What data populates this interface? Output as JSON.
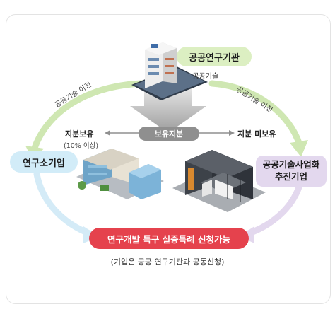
{
  "public_institute": {
    "title": "공공연구기관",
    "tech_label": "· 공공기술"
  },
  "left_arrow_label": "공공기술 이전",
  "right_arrow_label": "공공기술 이전",
  "center_badge": "보유지분",
  "left_share": {
    "title": "지분보유",
    "note": "(10% 이상)"
  },
  "right_share": {
    "title": "지분 미보유"
  },
  "research_company": {
    "label": "연구소기업"
  },
  "tech_company": {
    "label": "공공기술사업화\n추진기업"
  },
  "result": {
    "label": "연구개발 특구 실증특례 신청가능",
    "note": "(기업은 공공 연구기관과 공동신청)"
  },
  "colors": {
    "green": "#dcefc2",
    "blue": "#d2ecf8",
    "purple": "#e3d8ee",
    "red": "#e5424d",
    "gray_badge": "#8f8f8f"
  }
}
